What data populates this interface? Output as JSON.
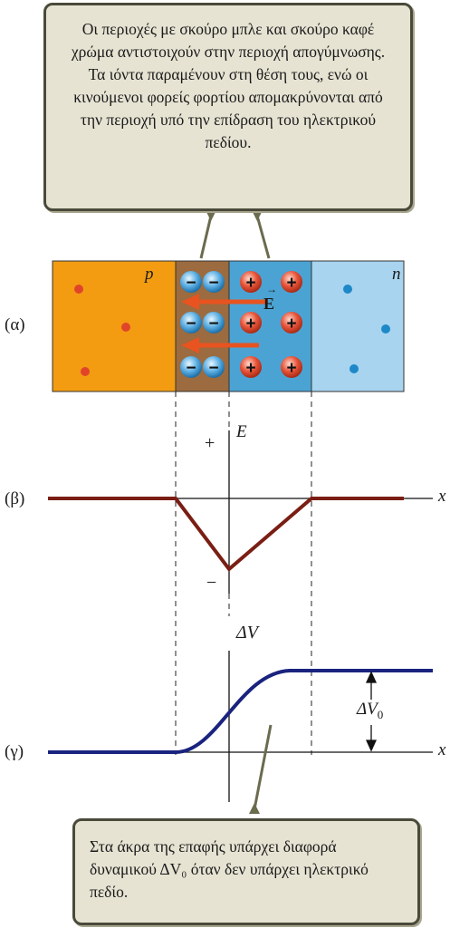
{
  "callouts": {
    "top": "Οι περιοχές με σκούρο μπλε και σκούρο καφέ χρώμα αντιστοιχούν στην περιοχή απογύμνωσης. Τα ιόντα παραμένουν στη θέση τους, ενώ οι κινούμενοι φορείς φορτίου απομακρύνονται από την περιοχή υπό την επίδραση του ηλεκτρικού πεδίου.",
    "bottom": "Στα άκρα της επαφής υπάρχει διαφορά δυναμικού ΔV₀ όταν δεν υπάρχει ηλεκτρικό πεδίο."
  },
  "panel_a": {
    "label": "(α)",
    "p_label": "p",
    "n_label": "n",
    "field_label": "E",
    "field_arrow": "→",
    "neg_ion": "−",
    "pos_ion": "+"
  },
  "panel_b": {
    "label": "(β)",
    "axis_y": "E",
    "axis_x": "x",
    "plus": "+",
    "minus": "−"
  },
  "panel_c": {
    "label": "(γ)",
    "axis_y": "ΔV",
    "axis_x": "x",
    "delta_v0": "ΔV",
    "delta_v0_sub": "0"
  },
  "colors": {
    "p_region": "#f39c12",
    "p_depletion": "#9c6b3f",
    "n_depletion": "#4ba3d4",
    "n_region": "#a8d4ef",
    "field_curve": "#7a1e14",
    "potential_curve": "#1a237e",
    "arrow": "#e8531f"
  }
}
